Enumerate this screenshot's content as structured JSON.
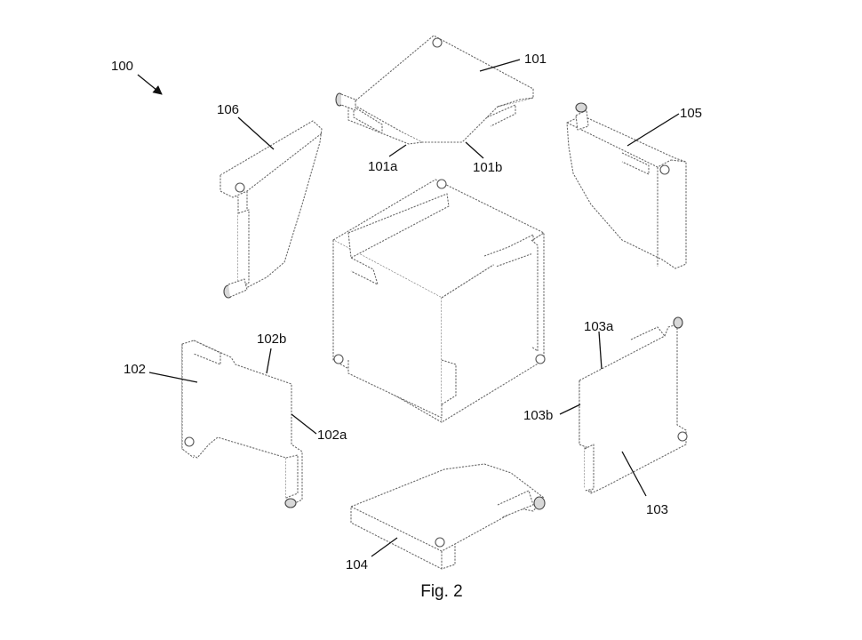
{
  "figure": {
    "caption": "Fig. 2",
    "labels": {
      "l100": "100",
      "l101": "101",
      "l101a": "101a",
      "l101b": "101b",
      "l102": "102",
      "l102a": "102a",
      "l102b": "102b",
      "l103": "103",
      "l103a": "103a",
      "l103b": "103b",
      "l104": "104",
      "l105": "105",
      "l106": "106"
    },
    "colors": {
      "line": "#111111",
      "part_outline": "#6a6a6a",
      "background": "#ffffff"
    }
  }
}
